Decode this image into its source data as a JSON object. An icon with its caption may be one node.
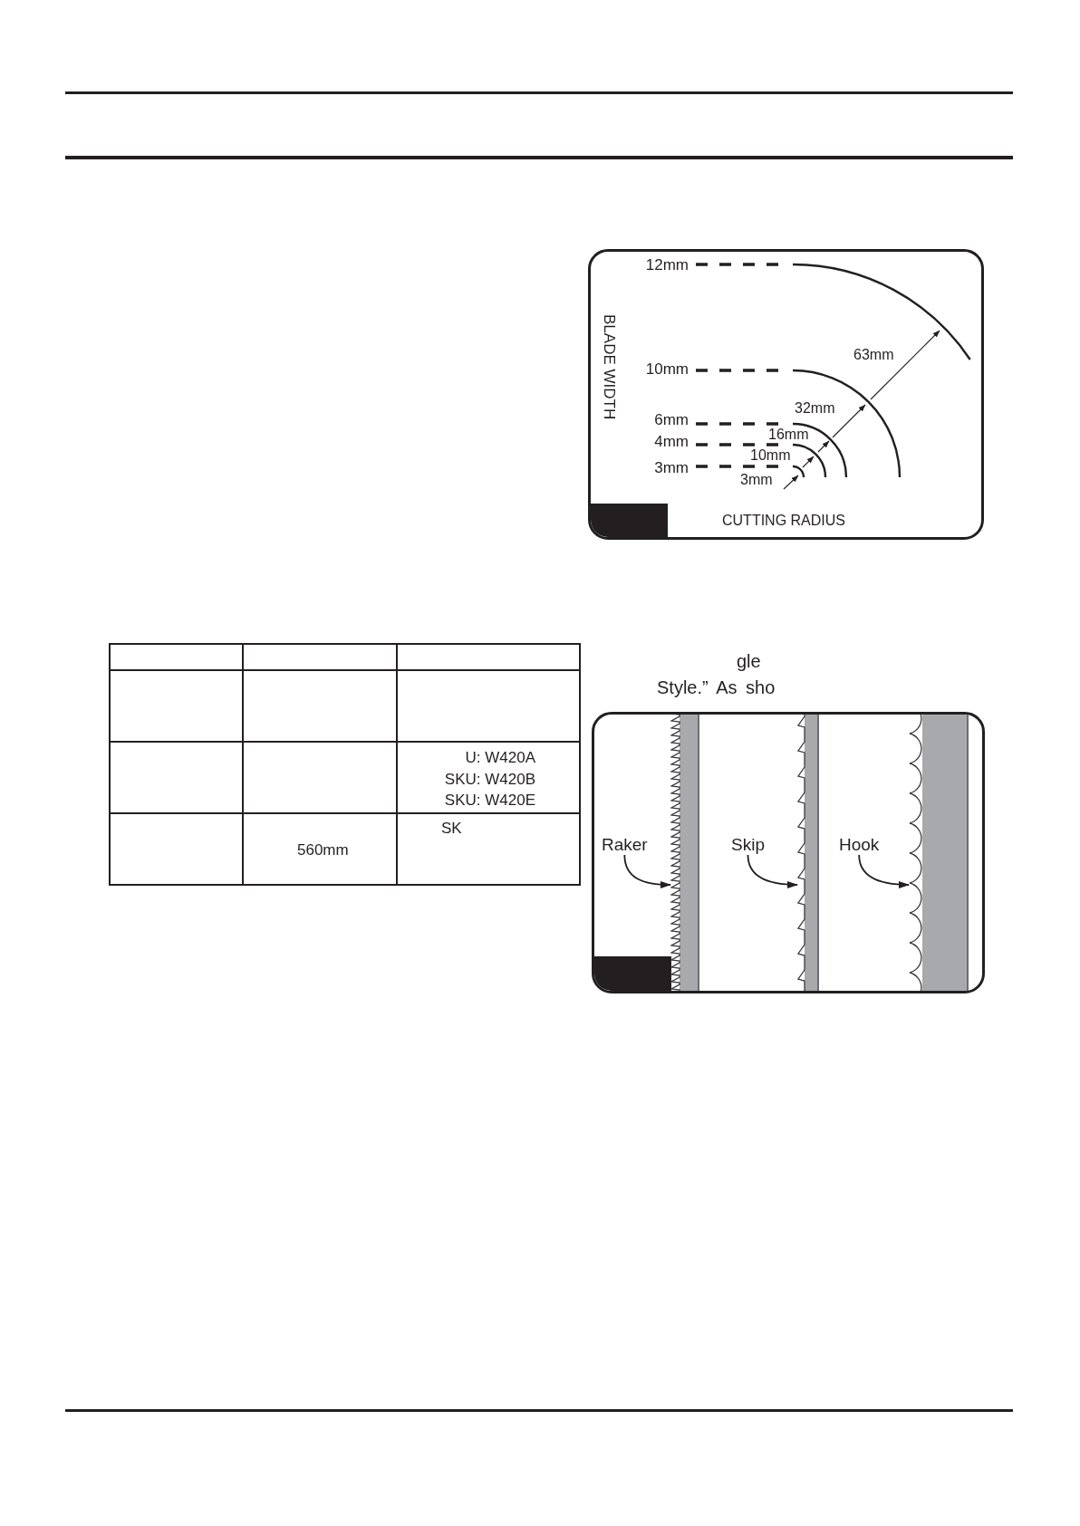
{
  "diagram": {
    "nodes": [
      {
        "text": [
          "BLADE WIDTH",
          "12mm",
          "10mm",
          "6mm",
          "4mm",
          "3mm",
          "63mm",
          "32mm",
          "16mm",
          "10mm",
          "3mm",
          "CUTTING RADIUS"
        ]
      },
      {
        "text": [],
        "shape": "box"
      },
      {
        "text": [
          "Raker"
        ],
        "in": 1
      },
      {
        "text": [],
        "shape": "bar",
        "in": 1
      },
      {
        "text": [
          "Skip"
        ],
        "in": 1
      },
      {
        "text": [],
        "shape": "bar",
        "in": 1
      },
      {
        "text": [
          "Hook"
        ],
        "in": 1
      },
      {
        "text": [],
        "shape": "bar",
        "in": 1
      }
    ],
    "edges": [
      {
        "from": 2,
        "to": 3,
        "arrow": "to"
      },
      {
        "from": 4,
        "to": 5,
        "arrow": "to"
      },
      {
        "from": 6,
        "to": 7,
        "arrow": "to"
      }
    ],
    "labels": [
      "U: W420A",
      "SKU: W420B",
      "SKU: W420E",
      "560mm",
      "SK",
      "gle",
      "Style.” As sho"
    ]
  }
}
